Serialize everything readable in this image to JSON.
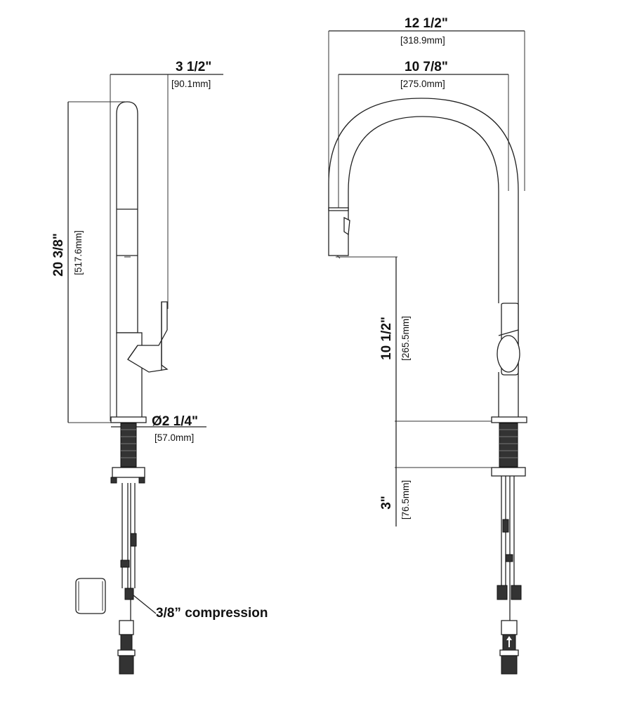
{
  "colors": {
    "line": "#222222",
    "dark_fill": "#333333",
    "background": "#ffffff"
  },
  "side_view": {
    "width": {
      "imperial": "3 1/2\"",
      "metric": "[90.1mm]"
    },
    "height": {
      "imperial": "20 3/8\"",
      "metric": "[517.6mm]"
    },
    "base_diameter": {
      "imperial": "Ø2 1/4\"",
      "metric": "[57.0mm]"
    },
    "connection_note": "3/8” compression"
  },
  "front_view": {
    "reach_outer": {
      "imperial": "12 1/2\"",
      "metric": "[318.9mm]"
    },
    "reach_inner": {
      "imperial": "10 7/8\"",
      "metric": "[275.0mm]"
    },
    "spout_height": {
      "imperial": "10 1/2\"",
      "metric": "[265.5mm]"
    },
    "max_deck_thickness": {
      "imperial": "3\"",
      "metric": "[76.5mm]"
    }
  }
}
